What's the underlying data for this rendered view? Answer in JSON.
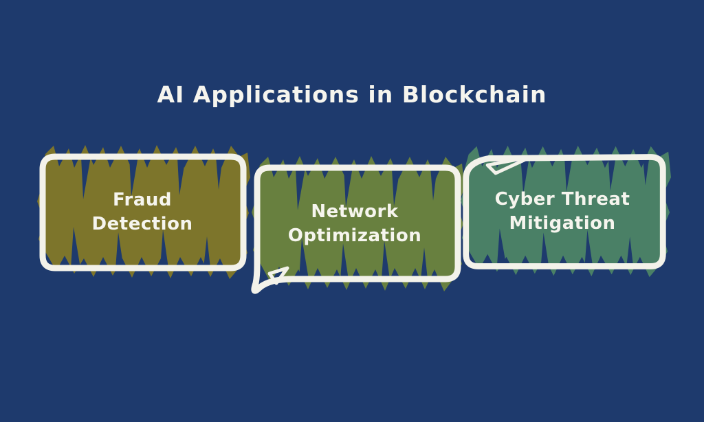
{
  "title": "AI Applications in Blockchain",
  "colors": {
    "background": "#1e3a6d",
    "text": "#f6f5ee",
    "border": "#f3f2ea",
    "box1_fill": "#7d752b",
    "box2_fill": "#68803f",
    "box3_fill": "#4a8066"
  },
  "boxes": [
    {
      "id": "fraud-detection",
      "lines": [
        "Fraud",
        "Detection"
      ]
    },
    {
      "id": "network-optimization",
      "lines": [
        "Network",
        "Optimization"
      ]
    },
    {
      "id": "cyber-threat-mitigation",
      "lines": [
        "Cyber Threat",
        "Mitigation"
      ]
    }
  ]
}
